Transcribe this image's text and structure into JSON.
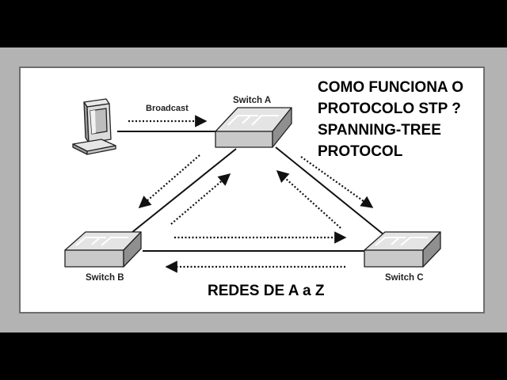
{
  "title_lines": [
    "COMO FUNCIONA O",
    "PROTOCOLO STP ?",
    "SPANNING-TREE",
    "PROTOCOL"
  ],
  "footer_text": "REDES DE A a Z",
  "labels": {
    "broadcast": "Broadcast",
    "switch_a": "Switch A",
    "switch_b": "Switch B",
    "switch_c": "Switch C"
  },
  "colors": {
    "outer_background": "#000000",
    "band": "#b3b3b3",
    "panel": "#ffffff",
    "device_fill": "#d6d6d6",
    "line": "#111111"
  }
}
